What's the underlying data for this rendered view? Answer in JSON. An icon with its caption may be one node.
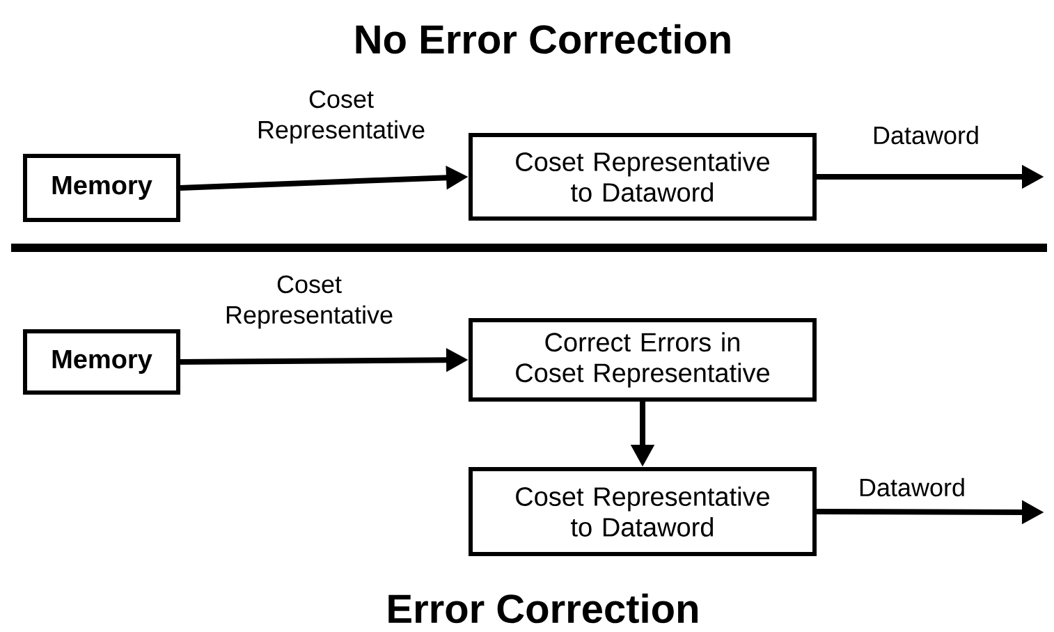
{
  "diagram": {
    "title": "No Error Correction",
    "nodes": [
      {
        "text": [
          "Memory"
        ]
      },
      {
        "text": [
          "Coset Representative to Dataword"
        ]
      },
      {
        "text": [
          "Memory"
        ]
      },
      {
        "text": [
          "Correct Errors in Coset Representative"
        ]
      },
      {
        "text": [
          "Coset Representative to Dataword"
        ]
      }
    ],
    "edges": [
      {
        "from": 0,
        "to": 1,
        "arrow": "to",
        "label": "Coset Representative"
      },
      {
        "from": 1,
        "to": null,
        "arrow": "to",
        "label": "Dataword"
      },
      {
        "from": 2,
        "to": 3,
        "arrow": "to",
        "label": "Coset Representative"
      },
      {
        "from": 3,
        "to": 4,
        "arrow": "to"
      },
      {
        "from": 4,
        "to": null,
        "arrow": "to",
        "label": "Dataword"
      }
    ],
    "labels": [
      "Error Correction"
    ]
  }
}
